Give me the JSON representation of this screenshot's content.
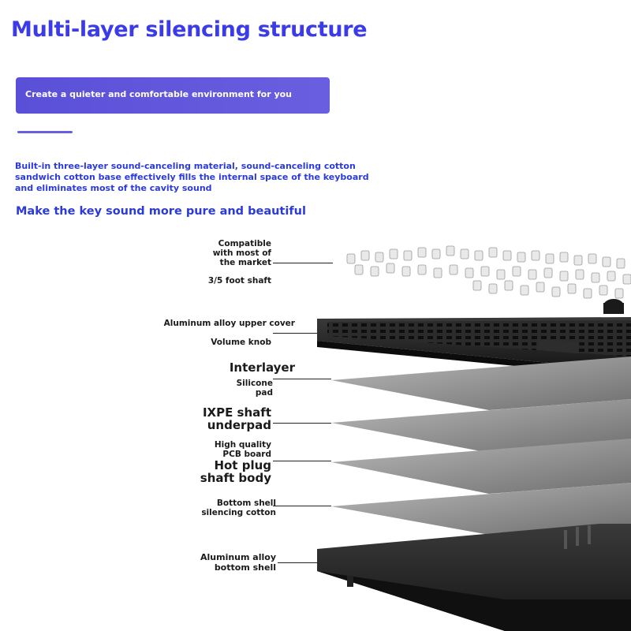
{
  "header": {
    "title": "Multi-layer silencing structure",
    "banner_text": "Create a quieter and comfortable environment for you"
  },
  "intro": {
    "description": "Built-in three-layer sound-canceling material, sound-canceling cotton sandwich cotton base effectively fills the internal space of the keyboard and eliminates most of the cavity sound",
    "tagline": "Make the key sound more pure and beautiful"
  },
  "labels": {
    "compatible": "Compatible\nwith most of\nthe market",
    "foot_shaft": "3/5 foot shaft",
    "upper_cover": "Aluminum alloy upper cover",
    "volume_knob": "Volume knob",
    "interlayer": "Interlayer",
    "silicone_pad": "Silicone\npad",
    "ixpe": "IXPE shaft\nunderpad",
    "pcb": "High quality\nPCB board",
    "hot_plug": "Hot plug\nshaft body",
    "bottom_cotton": "Bottom shell\nsilencing cotton",
    "bottom_shell": "Aluminum alloy\nbottom shell"
  },
  "colors": {
    "title": "#3b3be8",
    "banner": "#5a4fd8",
    "body_text": "#2c3ad8",
    "label_text": "#1a1a1a"
  }
}
